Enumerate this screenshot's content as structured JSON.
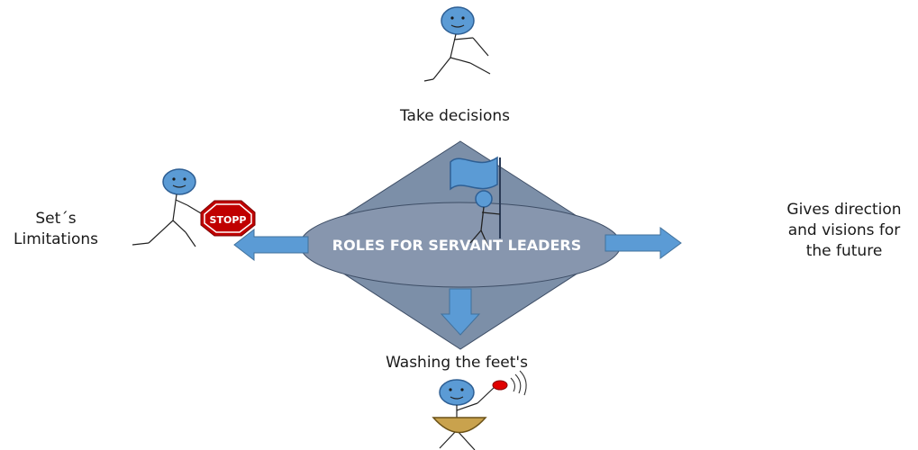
{
  "labels": {
    "top": "Take decisions",
    "left_line1": "Set´s",
    "left_line2": "Limitations",
    "right_line1": "Gives direction",
    "right_line2": "and visions for",
    "right_line3": "the future",
    "bottom": "Washing the feet's"
  },
  "center": {
    "title": "ROLES FOR SERVANT LEADERS"
  },
  "stop_sign": {
    "text": "STOPP"
  },
  "colors": {
    "diamond": "#7C8FA8",
    "ellipse": "#8796AE",
    "arrow": "#5B9BD5",
    "figure_head": "#5B9BD5",
    "stop_sign": "#C00000",
    "basin": "#C9A24D",
    "red_ball": "#E00000"
  }
}
